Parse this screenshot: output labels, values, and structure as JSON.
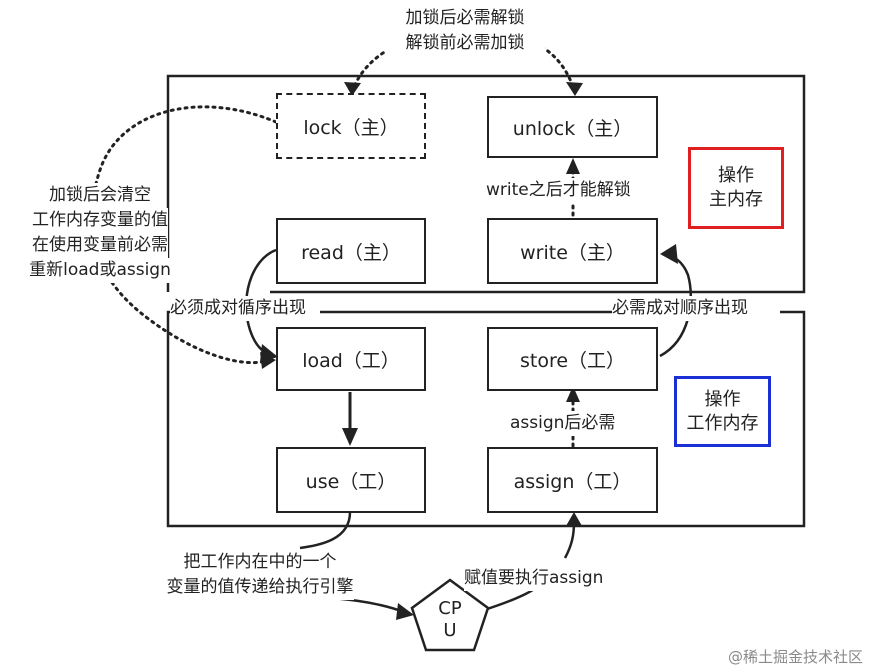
{
  "nodes": {
    "lock": "lock（主）",
    "unlock": "unlock（主）",
    "read": "read（主）",
    "write": "write（主）",
    "load": "load（工）",
    "store": "store（工）",
    "use": "use（工）",
    "assign": "assign（工）"
  },
  "labels": {
    "top_line1": "加锁后必需解锁",
    "top_line2": "解锁前必需加锁",
    "left_line1": "加锁后会清空",
    "left_line2": "工作内存变量的值",
    "left_line3": "在使用变量前必需",
    "left_line4": "重新load或assign",
    "write_unlock": "write之后才能解锁",
    "order_left": "必须成对循序出现",
    "order_right": "必需成对顺序出现",
    "assign_store": "assign后必需",
    "use_line1": "把工作内在中的一个",
    "use_line2": "变量的值传递给执行引擎",
    "cpu_assign": "赋值要执行assign"
  },
  "tags": {
    "main_line1": "操作",
    "main_line2": "主内存",
    "work_line1": "操作",
    "work_line2": "工作内存"
  },
  "cpu": {
    "line1": "CP",
    "line2": "U"
  },
  "watermark": "@稀土掘金技术社区",
  "colors": {
    "main_tag_border": "#e02020",
    "work_tag_border": "#1a2fd6",
    "line": "#222222"
  }
}
